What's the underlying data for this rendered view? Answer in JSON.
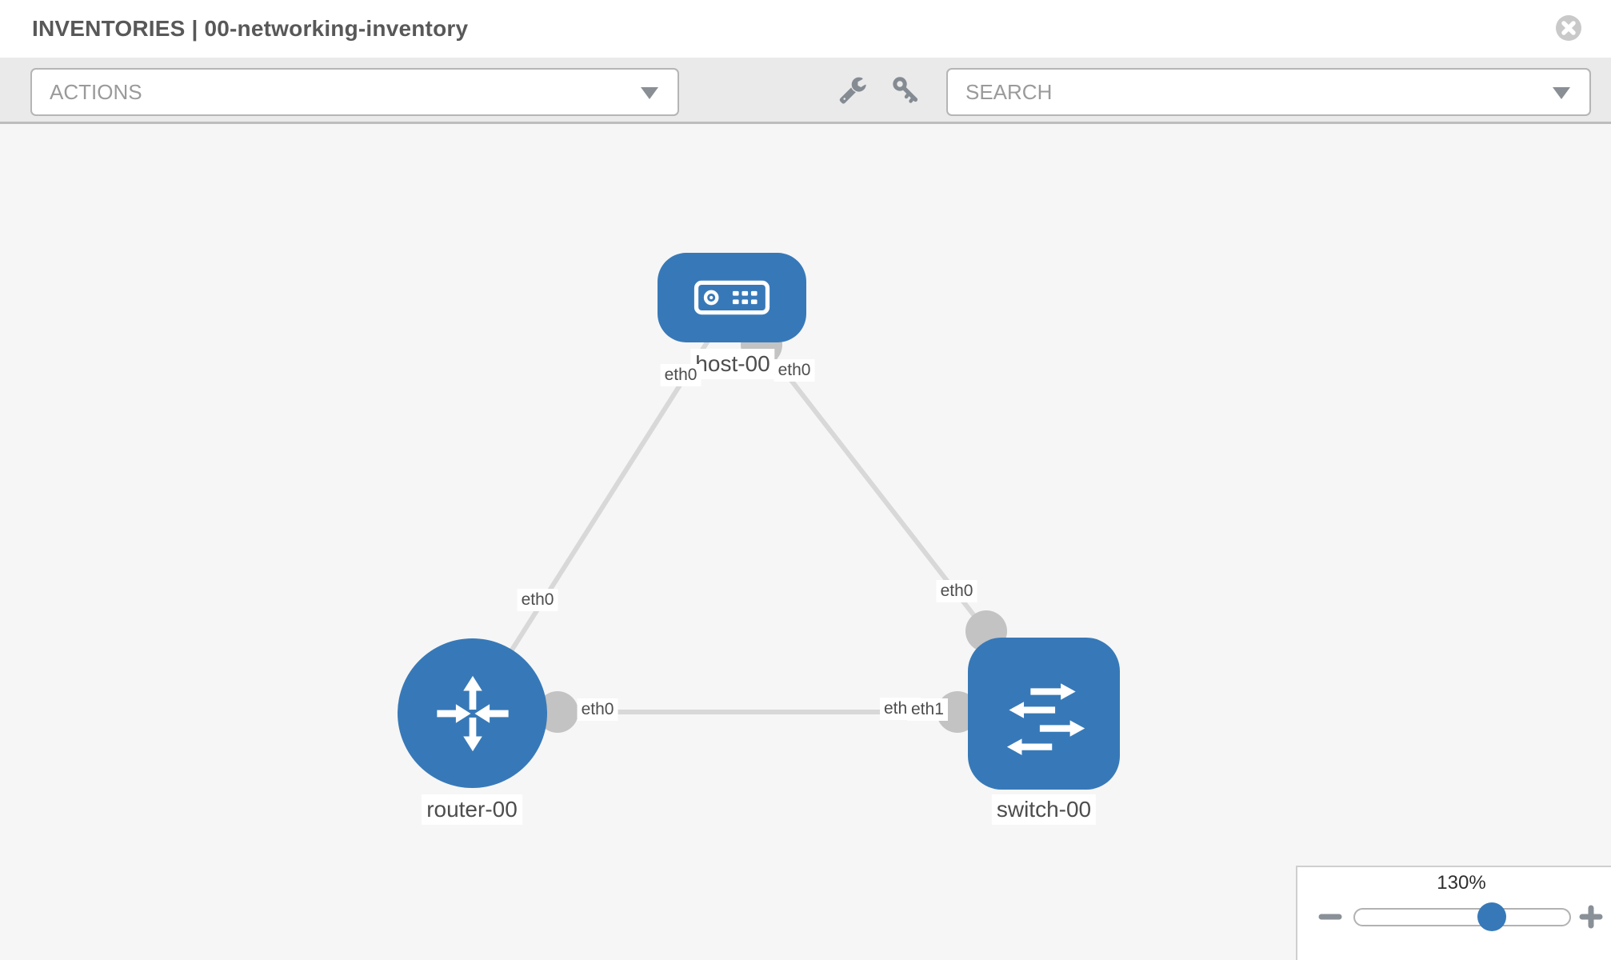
{
  "header": {
    "title": "INVENTORIES | 00-networking-inventory"
  },
  "toolbar": {
    "actions_label": "ACTIONS",
    "search_label": "SEARCH"
  },
  "topology": {
    "nodes": [
      {
        "label": "host-00",
        "type": "host"
      },
      {
        "label": "router-00",
        "type": "router"
      },
      {
        "label": "switch-00",
        "type": "switch"
      }
    ],
    "ifaces": [
      {
        "text": "eth0",
        "at": "host-left"
      },
      {
        "text": "eth0",
        "at": "host-right"
      },
      {
        "text": "eth0",
        "at": "router-host-link"
      },
      {
        "text": "eth0",
        "at": "switch-top"
      },
      {
        "text": "eth0",
        "at": "router-right"
      },
      {
        "text": "eth0",
        "at": "switch-left-behind"
      },
      {
        "text": "eth1",
        "at": "switch-left"
      }
    ],
    "links": [
      {
        "from": "router-00",
        "to": "host-00"
      },
      {
        "from": "host-00",
        "to": "switch-00"
      },
      {
        "from": "router-00",
        "to": "switch-00"
      }
    ]
  },
  "zoom": {
    "level": "130%"
  },
  "colors": {
    "node_blue": "#3779b8",
    "link_gray": "#d8d8d8",
    "dot_gray": "#c3c3c3",
    "toolbar_bg": "#eaeaea",
    "canvas_bg": "#f6f6f6"
  }
}
